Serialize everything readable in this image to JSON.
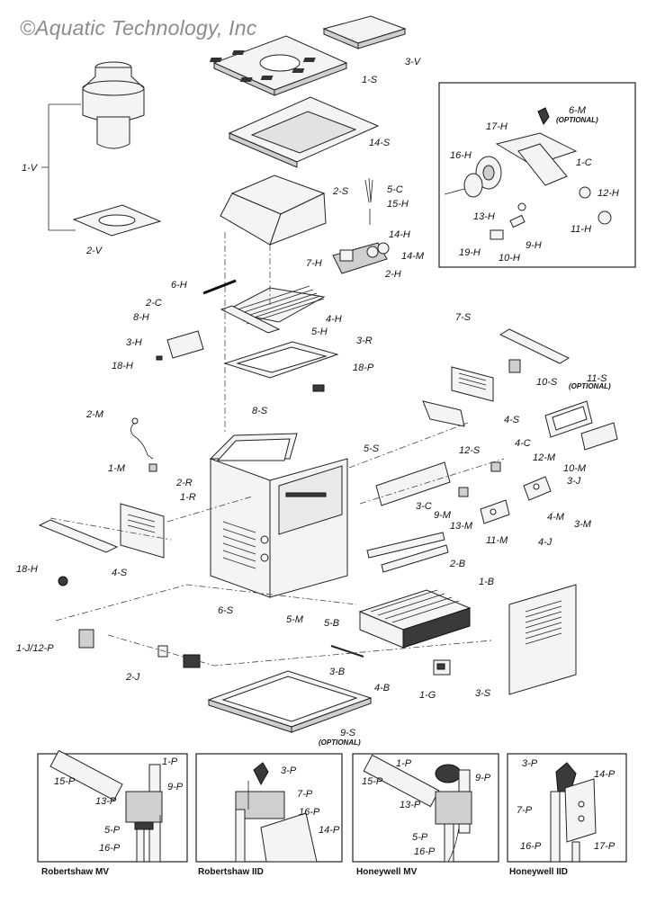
{
  "watermark": "©Aquatic Technology, Inc",
  "labels": {
    "1V": "1-V",
    "2V": "2-V",
    "3V": "3-V",
    "1S": "1-S",
    "14S": "14-S",
    "2S": "2-S",
    "5C": "5-C",
    "15H": "15-H",
    "14H": "14-H",
    "14M": "14-M",
    "7H": "7-H",
    "2H": "2-H",
    "6H": "6-H",
    "2C": "2-C",
    "8H": "8-H",
    "4H": "4-H",
    "5H": "5-H",
    "3H": "3-H",
    "18Htop": "18-H",
    "3R": "3-R",
    "18P": "18-P",
    "7S": "7-S",
    "10S": "10-S",
    "11S": "11-S",
    "4Sright": "4-S",
    "2M": "2-M",
    "8S": "8-S",
    "1M": "1-M",
    "5S": "5-S",
    "12S": "12-S",
    "4C": "4-C",
    "12M": "12-M",
    "10M": "10-M",
    "3J": "3-J",
    "2R": "2-R",
    "1R": "1-R",
    "3C": "3-C",
    "9M": "9-M",
    "13M": "13-M",
    "4M": "4-M",
    "3M": "3-M",
    "11M": "11-M",
    "4J": "4-J",
    "18Hbot": "18-H",
    "4Sleft": "4-S",
    "2B": "2-B",
    "6S": "6-S",
    "1B": "1-B",
    "5M": "5-M",
    "5B": "5-B",
    "1J12P": "1-J/12-P",
    "2J": "2-J",
    "3B": "3-B",
    "4B": "4-B",
    "1G": "1-G",
    "3S": "3-S",
    "9S": "9-S",
    "6Minset": "6-M",
    "17H": "17-H",
    "16H": "16-H",
    "1C": "1-C",
    "12H": "12-H",
    "13H": "13-H",
    "11H": "11-H",
    "9H": "9-H",
    "19H": "19-H",
    "10H": "10-H"
  },
  "optional": {
    "s11": "(OPTIONAL)",
    "s9": "(OPTIONAL)",
    "m6": "(OPTIONAL)"
  },
  "panels": [
    {
      "caption": "Robertshaw MV",
      "labels": [
        "1-P",
        "15-P",
        "9-P",
        "13-P",
        "5-P",
        "16-P"
      ]
    },
    {
      "caption": "Robertshaw IID",
      "labels": [
        "3-P",
        "7-P",
        "16-P",
        "14-P"
      ]
    },
    {
      "caption": "Honeywell MV",
      "labels": [
        "1-P",
        "9-P",
        "15-P",
        "13-P",
        "5-P",
        "16-P"
      ]
    },
    {
      "caption": "Honeywell IID",
      "labels": [
        "3-P",
        "14-P",
        "7-P",
        "16-P",
        "17-P"
      ]
    }
  ]
}
